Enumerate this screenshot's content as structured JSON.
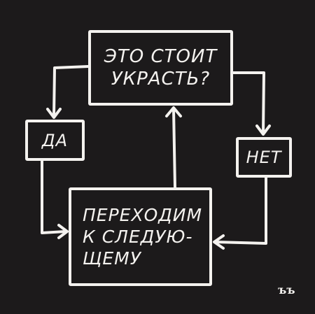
{
  "question": {
    "lines": [
      "ЭТО СТОИТ",
      "УКРАСТЬ?"
    ]
  },
  "yes": {
    "label": "ДА"
  },
  "no": {
    "label": "НЕТ"
  },
  "next": {
    "lines": [
      "ПЕРЕХОДИМ",
      "К СЛЕДУЮ-",
      "ЩЕМУ"
    ]
  },
  "signature": "ъъ",
  "colors": {
    "background": "#1c1a1b",
    "ink": "#f4f2ef"
  }
}
